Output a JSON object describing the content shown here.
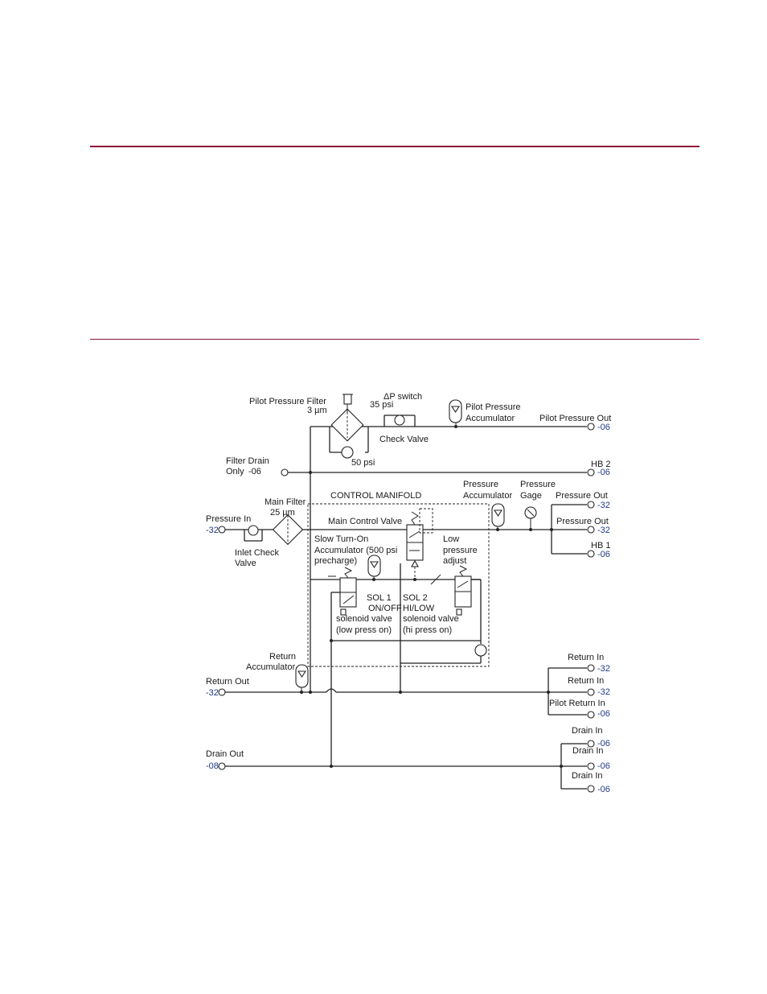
{
  "labels": {
    "pilot_pressure_filter": "Pilot Pressure Filter",
    "pilot_filter_micron": "3 µm",
    "dp_switch": "ΔP switch",
    "dp_35psi": "35 psi",
    "check_valve": "Check Valve",
    "bypass_50psi": "50 psi",
    "pilot_pressure_accumulator_1": "Pilot Pressure",
    "pilot_pressure_accumulator_2": "Accumulator",
    "pilot_pressure_out": "Pilot Pressure Out",
    "pilot_pressure_out_size": "-06",
    "filter_drain_only_1": "Filter Drain",
    "filter_drain_only_2": "Only",
    "filter_drain_size": "-06",
    "hb2": "HB 2",
    "hb2_size": "-06",
    "control_manifold": "CONTROL MANIFOLD",
    "main_filter": "Main Filter",
    "main_filter_micron": "25 µm",
    "pressure_in": "Pressure In",
    "pressure_in_size": "-32",
    "inlet_check_valve_1": "Inlet Check",
    "inlet_check_valve_2": "Valve",
    "main_control_valve": "Main Control Valve",
    "pressure_accumulator_1": "Pressure",
    "pressure_accumulator_2": "Accumulator",
    "pressure_gage_1": "Pressure",
    "pressure_gage_2": "Gage",
    "pressure_out_1": "Pressure Out",
    "pressure_out_1_size": "-32",
    "pressure_out_2": "Pressure Out",
    "pressure_out_2_size": "-32",
    "hb1": "HB 1",
    "hb1_size": "-06",
    "slow_turn_on_1": "Slow Turn-On",
    "slow_turn_on_2": "Accumulator (500 psi",
    "slow_turn_on_3": "precharge)",
    "low_pressure_adjust_1": "Low",
    "low_pressure_adjust_2": "pressure",
    "low_pressure_adjust_3": "adjust",
    "sol1_1": "SOL 1",
    "sol1_2": "ON/OFF",
    "sol1_3": "solenoid valve",
    "sol1_4": "(low press on)",
    "sol2_1": "SOL 2",
    "sol2_2": "HI/LOW",
    "sol2_3": "solenoid valve",
    "sol2_4": "(hi press on)",
    "return_accumulator_1": "Return",
    "return_accumulator_2": "Accumulator",
    "return_out": "Return Out",
    "return_out_size": "-32",
    "return_in_1": "Return In",
    "return_in_1_size": "-32",
    "return_in_2": "Return In",
    "return_in_2_size": "-32",
    "pilot_return_in": "Pilot Return In",
    "pilot_return_in_size": "-06",
    "drain_out": "Drain Out",
    "drain_out_size": "-08",
    "drain_in_1": "Drain In",
    "drain_in_1_size": "-06",
    "drain_in_2": "Drain In",
    "drain_in_2_size": "-06",
    "drain_in_3": "Drain In",
    "drain_in_3_size": "-06"
  },
  "colors": {
    "rule": "#8b1538",
    "size_text": "#1f3a8a",
    "line": "#222222"
  }
}
